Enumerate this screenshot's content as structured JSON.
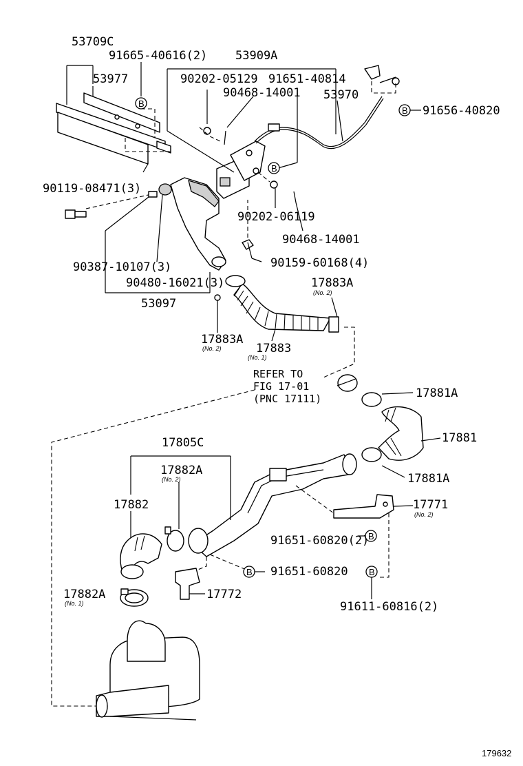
{
  "figure_id": "179632",
  "parts": {
    "p53709C": "53709C",
    "p91665": "91665-40616(2)",
    "p53909A": "53909A",
    "p53977": "53977",
    "p90202a": "90202-05129",
    "p91651a": "91651-40814",
    "p90468a": "90468-14001",
    "p53970": "53970",
    "p91656": "91656-40820",
    "p90119": "90119-08471(3)",
    "p90202b": "90202-06119",
    "p90468b": "90468-14001",
    "p90159": "90159-60168(4)",
    "p90387": "90387-10107(3)",
    "p90480": "90480-16021(3)",
    "p53097": "53097",
    "p17883A_top": "17883A",
    "p17883A_bot": "17883A",
    "p17883": "17883",
    "p17881A_top": "17881A",
    "p17881": "17881",
    "p17881A_bot": "17881A",
    "p17805C": "17805C",
    "p17882A_top": "17882A",
    "p17882": "17882",
    "p17771": "17771",
    "p91651b": "91651-60820(2)",
    "p91651c": "91651-60820",
    "p17882A_bot": "17882A",
    "p17772": "17772",
    "p91611": "91611-60816(2)"
  },
  "subs": {
    "no1": "(No. 1)",
    "no2": "(No. 2)"
  },
  "refer": {
    "line1": "REFER TO",
    "line2": "FIG 17-01",
    "line3": "(PNC 17111)"
  },
  "bolt_symbol": "B"
}
